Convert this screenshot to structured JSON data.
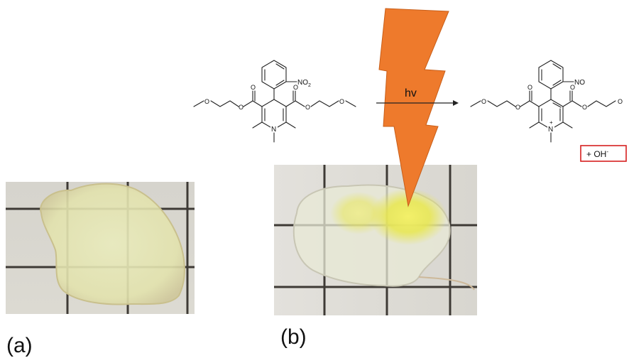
{
  "panels": {
    "a": {
      "label": "(a)"
    },
    "b": {
      "label": "(b)"
    }
  },
  "reaction": {
    "arrow_label": "hv",
    "reactant": {
      "nitro_group": "NO",
      "nitro_subscript": "2",
      "ring_nitrogen": "N",
      "ester_oxygen": "O"
    },
    "product": {
      "nitroso_group": "NO",
      "ring_nitrogen": "N",
      "charge": "+",
      "ester_oxygen": "O"
    },
    "byproduct": {
      "text": "+ OH",
      "superscript": "-",
      "box_color": "#d62020"
    }
  },
  "colors": {
    "lightning": "#ee7a2c",
    "grid_line": "#3d3a36",
    "paper": "#dcdad3",
    "sample_a_tint": "#e7e6b8",
    "sample_b_yellow": "#e6e84a"
  },
  "icons": {
    "light_source": "lightning-bolt-icon"
  }
}
